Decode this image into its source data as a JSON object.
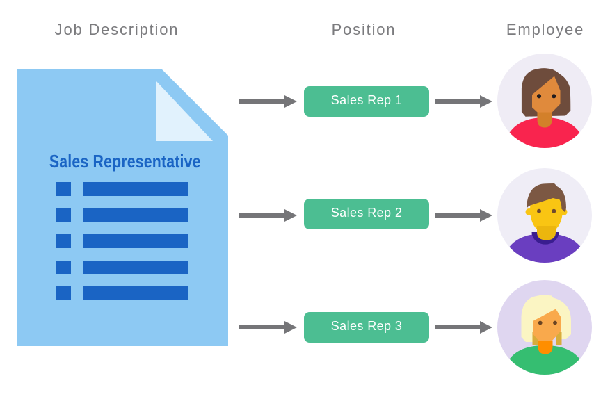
{
  "columns": {
    "job_description": "Job Description",
    "position": "Position",
    "employee": "Employee"
  },
  "document": {
    "title": "Sales Representative",
    "list_lines": 5
  },
  "positions": [
    {
      "label": "Sales Rep 1"
    },
    {
      "label": "Sales Rep 2"
    },
    {
      "label": "Sales Rep 3"
    }
  ],
  "employees": [
    {
      "avatar": "woman-brown-hair-red-shirt"
    },
    {
      "avatar": "man-brown-hair-purple-shirt"
    },
    {
      "avatar": "woman-blonde-hair-green-shirt"
    }
  ],
  "colors": {
    "header_text": "#7B7B7E",
    "arrow": "#757578",
    "doc_body": "#8DC9F3",
    "doc_fold": "#E1F2FD",
    "doc_ink": "#1A64C4",
    "position_box": "#4CBE92",
    "position_text": "#FFFFFF",
    "a1_bg": "#EFECF5",
    "a1_hair": "#6E4C3C",
    "a1_skin": "#E08A3C",
    "a1_neck": "#D3802A",
    "a1_shirt": "#F9244E",
    "a1_eye": "#221D1F",
    "a2_bg": "#EFEDF6",
    "a2_hair": "#7C5843",
    "a2_skin": "#F9C513",
    "a2_neck": "#ECB60E",
    "a2_shirt": "#6A3EC0",
    "a2_collar": "#3A1D90",
    "a2_eye": "#6F4A2E",
    "a3_bg": "#DFD6F0",
    "a3_hair": "#FBF5C3",
    "a3_backhair": "#D8AC3B",
    "a3_skin": "#F9A94C",
    "a3_neck": "#FF8E00",
    "a3_shirt": "#35BE71",
    "a3_eye": "#6B4423"
  }
}
